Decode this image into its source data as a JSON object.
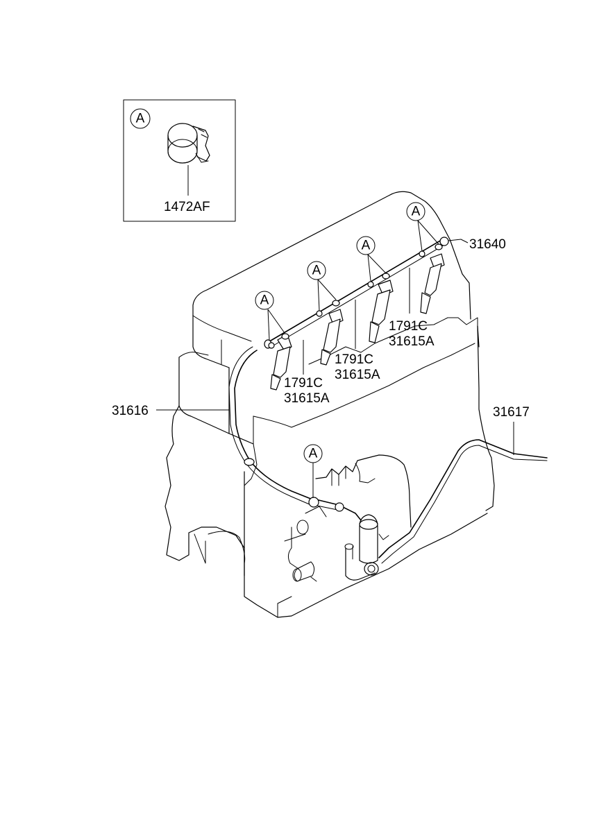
{
  "inset": {
    "ref_letter": "A",
    "part_number": "1472AF"
  },
  "ref_markers": [
    "A",
    "A",
    "A",
    "A",
    "A"
  ],
  "part_labels": {
    "p31640": "31640",
    "p31616": "31616",
    "p31617": "31617",
    "group1_line1": "1791C",
    "group1_line2": "31615A",
    "group2_line1": "1791C",
    "group2_line2": "31615A",
    "group3_line1": "1791C",
    "group3_line2": "31615A"
  }
}
